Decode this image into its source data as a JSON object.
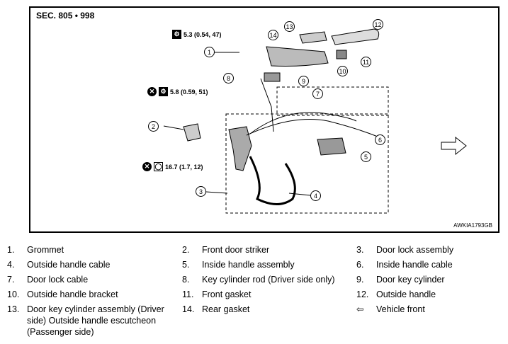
{
  "figure": {
    "section": "SEC. 805 • 998",
    "code": "AWKIA1793GB",
    "torques": [
      "5.3 (0.54, 47)",
      "5.8 (0.59, 51)",
      "16.7 (1.7, 12)"
    ],
    "callouts": [
      "1",
      "2",
      "3",
      "4",
      "5",
      "6",
      "7",
      "8",
      "9",
      "10",
      "11",
      "12",
      "13",
      "14"
    ],
    "icons": [
      "torque-wrench-icon",
      "do-not-reuse-icon",
      "vehicle-front-arrow-icon"
    ]
  },
  "legend": [
    {
      "num": "1.",
      "text": "Grommet"
    },
    {
      "num": "2.",
      "text": "Front door striker"
    },
    {
      "num": "3.",
      "text": "Door lock assembly"
    },
    {
      "num": "4.",
      "text": "Outside handle cable"
    },
    {
      "num": "5.",
      "text": "Inside handle assembly"
    },
    {
      "num": "6.",
      "text": "Inside handle cable"
    },
    {
      "num": "7.",
      "text": "Door lock cable"
    },
    {
      "num": "8.",
      "text": "Key cylinder rod (Driver side only)"
    },
    {
      "num": "9.",
      "text": "Door key cylinder"
    },
    {
      "num": "10.",
      "text": "Outside handle bracket"
    },
    {
      "num": "11.",
      "text": "Front gasket"
    },
    {
      "num": "12.",
      "text": "Outside handle"
    },
    {
      "num": "13.",
      "text": "Door key cylinder assembly (Driver side) Outside handle escutcheon (Passenger side)"
    },
    {
      "num": "14.",
      "text": "Rear gasket"
    },
    {
      "num": "",
      "text": "Vehicle front"
    }
  ]
}
